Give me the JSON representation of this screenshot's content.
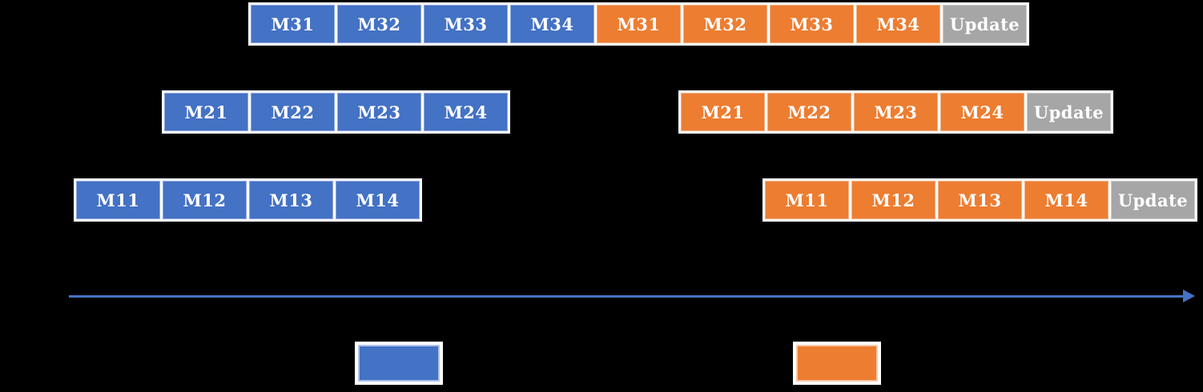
{
  "colors": {
    "background": "#000000",
    "forward_block_blue": "#4472C4",
    "backward_block_orange": "#ED7D31",
    "update_block_gray": "#A6A6A6",
    "group_frame_white": "#FFFFFF",
    "block_text_white": "#FFFFFF",
    "timeline_arrow_blue": "#4472C4"
  },
  "rows": [
    {
      "groups": [
        {
          "blocks": [
            {
              "label": "M31",
              "color": "#4472C4"
            },
            {
              "label": "M32",
              "color": "#4472C4"
            },
            {
              "label": "M33",
              "color": "#4472C4"
            },
            {
              "label": "M34",
              "color": "#4472C4"
            },
            {
              "label": "M31",
              "color": "#ED7D31"
            },
            {
              "label": "M32",
              "color": "#ED7D31"
            },
            {
              "label": "M33",
              "color": "#ED7D31"
            },
            {
              "label": "M34",
              "color": "#ED7D31"
            },
            {
              "label": "Update",
              "color": "#A6A6A6"
            }
          ]
        }
      ]
    },
    {
      "groups": [
        {
          "blocks": [
            {
              "label": "M21",
              "color": "#4472C4"
            },
            {
              "label": "M22",
              "color": "#4472C4"
            },
            {
              "label": "M23",
              "color": "#4472C4"
            },
            {
              "label": "M24",
              "color": "#4472C4"
            }
          ]
        },
        {
          "blocks": [
            {
              "label": "M21",
              "color": "#ED7D31"
            },
            {
              "label": "M22",
              "color": "#ED7D31"
            },
            {
              "label": "M23",
              "color": "#ED7D31"
            },
            {
              "label": "M24",
              "color": "#ED7D31"
            },
            {
              "label": "Update",
              "color": "#A6A6A6"
            }
          ]
        }
      ]
    },
    {
      "groups": [
        {
          "blocks": [
            {
              "label": "M11",
              "color": "#4472C4"
            },
            {
              "label": "M12",
              "color": "#4472C4"
            },
            {
              "label": "M13",
              "color": "#4472C4"
            },
            {
              "label": "M14",
              "color": "#4472C4"
            }
          ]
        },
        {
          "blocks": [
            {
              "label": "M11",
              "color": "#ED7D31"
            },
            {
              "label": "M12",
              "color": "#ED7D31"
            },
            {
              "label": "M13",
              "color": "#ED7D31"
            },
            {
              "label": "M14",
              "color": "#ED7D31"
            },
            {
              "label": "Update",
              "color": "#A6A6A6"
            }
          ]
        }
      ]
    }
  ],
  "legend": {
    "swatches": [
      {
        "color": "#4472C4"
      },
      {
        "color": "#ED7D31"
      }
    ]
  }
}
